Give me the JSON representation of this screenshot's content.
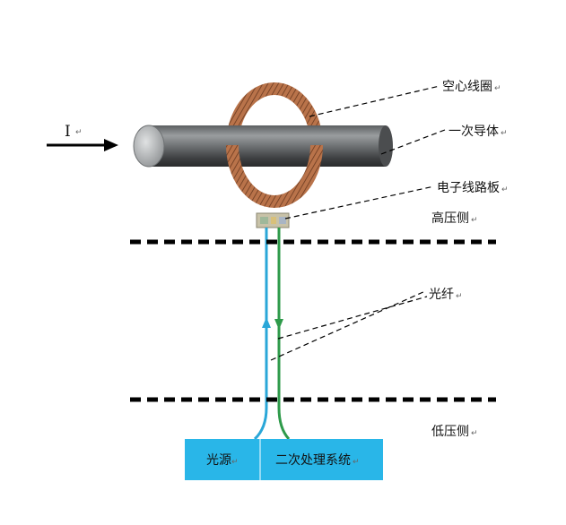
{
  "labels": {
    "current": "I",
    "air_coil": "空心线圈",
    "primary_conductor": "一次导体",
    "circuit_board": "电子线路板",
    "high_voltage_side": "高压侧",
    "optical_fiber": "光纤",
    "low_voltage_side": "低压侧"
  },
  "bottom_box": {
    "light_source": "光源",
    "secondary_system": "二次处理系统"
  },
  "paragraph_mark": "↵",
  "colors": {
    "fiber_up": "#2aa7d8",
    "fiber_down": "#2e9a4a",
    "box_fill": "#29b6e8",
    "coil": "#b9734a",
    "conductor": "#6e7173"
  }
}
